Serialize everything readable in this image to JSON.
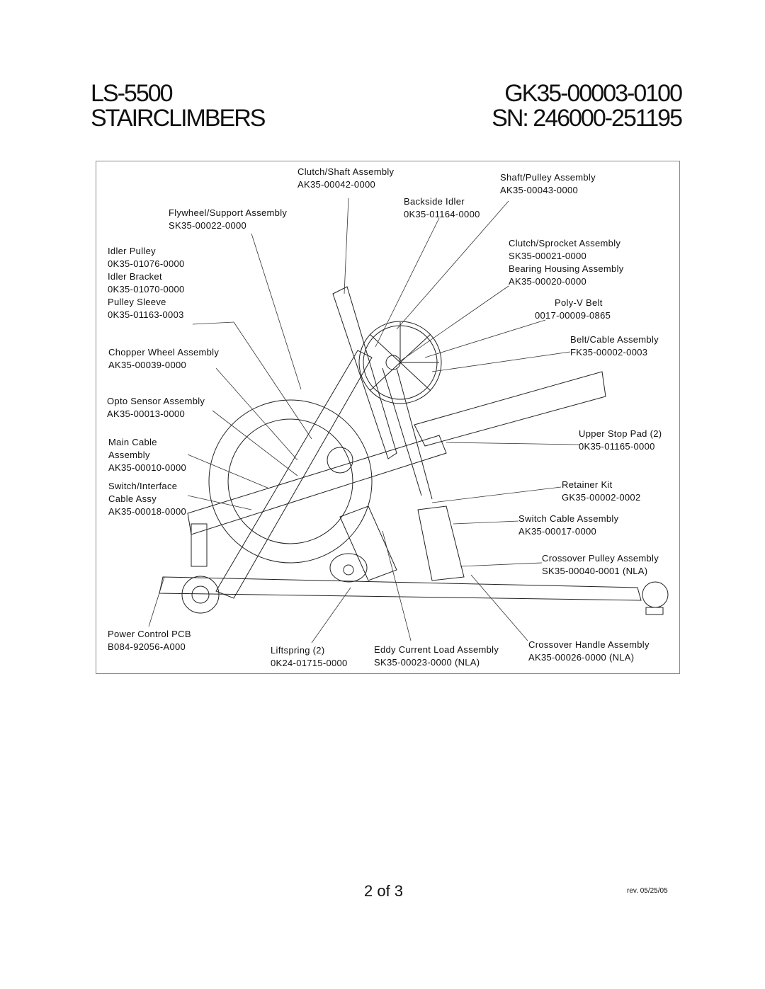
{
  "header": {
    "model": "LS-5500",
    "part_number": "GK35-00003-0100",
    "product": "STAIRCLIMBERS",
    "serial_range": "SN: 246000-251195"
  },
  "labels": [
    {
      "id": "clutch-shaft",
      "lines": [
        "Clutch/Shaft Assembly",
        "AK35-00042-0000"
      ]
    },
    {
      "id": "shaft-pulley",
      "lines": [
        "Shaft/Pulley Assembly",
        "AK35-00043-0000"
      ]
    },
    {
      "id": "backside-idler",
      "lines": [
        "Backside Idler",
        "0K35-01164-0000"
      ]
    },
    {
      "id": "flywheel-support",
      "lines": [
        "Flywheel/Support Assembly",
        "SK35-00022-0000"
      ]
    },
    {
      "id": "idler-pulley",
      "lines": [
        "Idler Pulley",
        "0K35-01076-0000",
        "Idler Bracket",
        "0K35-01070-0000",
        "Pulley Sleeve",
        "0K35-01163-0003"
      ]
    },
    {
      "id": "clutch-sprocket",
      "lines": [
        "Clutch/Sprocket Assembly",
        "SK35-00021-0000",
        "Bearing Housing Assembly",
        "AK35-00020-0000"
      ]
    },
    {
      "id": "poly-v-belt",
      "lines": [
        "Poly-V Belt",
        "0017-00009-0865"
      ]
    },
    {
      "id": "belt-cable",
      "lines": [
        "Belt/Cable Assembly",
        "FK35-00002-0003"
      ]
    },
    {
      "id": "chopper-wheel",
      "lines": [
        "Chopper Wheel Assembly",
        "AK35-00039-0000"
      ]
    },
    {
      "id": "opto-sensor",
      "lines": [
        "Opto Sensor Assembly",
        "AK35-00013-0000"
      ]
    },
    {
      "id": "upper-stop-pad",
      "lines": [
        "Upper Stop Pad (2)",
        "0K35-01165-0000"
      ]
    },
    {
      "id": "main-cable",
      "lines": [
        "Main Cable",
        "Assembly",
        "AK35-00010-0000"
      ]
    },
    {
      "id": "retainer-kit",
      "lines": [
        "Retainer Kit",
        "GK35-00002-0002"
      ]
    },
    {
      "id": "switch-interface",
      "lines": [
        "Switch/Interface",
        "Cable Assy",
        "AK35-00018-0000"
      ]
    },
    {
      "id": "switch-cable",
      "lines": [
        "Switch Cable Assembly",
        "AK35-00017-0000"
      ]
    },
    {
      "id": "crossover-pulley",
      "lines": [
        "Crossover Pulley Assembly",
        "SK35-00040-0001 (NLA)"
      ]
    },
    {
      "id": "power-control",
      "lines": [
        "Power Control PCB",
        "B084-92056-A000"
      ]
    },
    {
      "id": "liftspring",
      "lines": [
        "Liftspring (2)",
        "0K24-01715-0000"
      ]
    },
    {
      "id": "eddy-current",
      "lines": [
        "Eddy Current Load Assembly",
        "SK35-00023-0000 (NLA)"
      ]
    },
    {
      "id": "crossover-handle",
      "lines": [
        "Crossover Handle Assembly",
        "AK35-00026-0000 (NLA)"
      ]
    }
  ],
  "footer": {
    "page": "2 of 3",
    "revision": "rev. 05/25/05"
  }
}
